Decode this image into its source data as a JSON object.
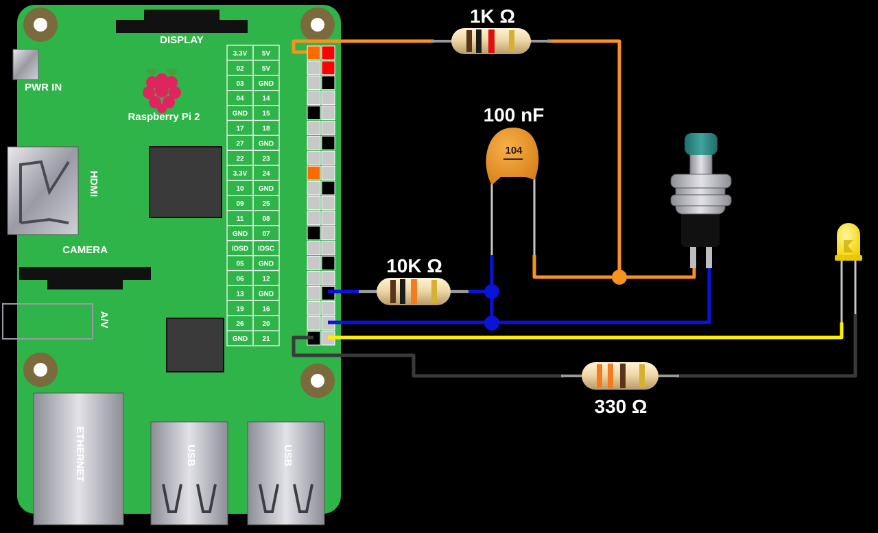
{
  "board": {
    "name": "Raspberry Pi 2",
    "labels": {
      "display": "DISPLAY",
      "pwr_in": "PWR IN",
      "hdmi": "HDMI",
      "camera": "CAMERA",
      "av": "A/V",
      "ethernet": "ETHERNET",
      "usb1": "USB",
      "usb2": "USB"
    }
  },
  "gpio_pin_labels": [
    [
      "3.3V",
      "5V"
    ],
    [
      "02",
      "5V"
    ],
    [
      "03",
      "GND"
    ],
    [
      "04",
      "14"
    ],
    [
      "GND",
      "15"
    ],
    [
      "17",
      "18"
    ],
    [
      "27",
      "GND"
    ],
    [
      "22",
      "23"
    ],
    [
      "3.3V",
      "24"
    ],
    [
      "10",
      "GND"
    ],
    [
      "09",
      "25"
    ],
    [
      "11",
      "08"
    ],
    [
      "GND",
      "07"
    ],
    [
      "IDSD",
      "IDSC"
    ],
    [
      "05",
      "GND"
    ],
    [
      "06",
      "12"
    ],
    [
      "13",
      "GND"
    ],
    [
      "19",
      "16"
    ],
    [
      "26",
      "20"
    ],
    [
      "GND",
      "21"
    ]
  ],
  "components": {
    "r1k": "1K Ω",
    "cap": "100 nF",
    "cap_code": "104",
    "r10k": "10K Ω",
    "r330": "330 Ω"
  },
  "colors": {
    "background": "#000000",
    "board": "#2fb44a",
    "wire_orange": "#f7931e",
    "wire_blue": "#0a14d9",
    "wire_yellow": "#ffee00",
    "wire_gray": "#3a3a3a",
    "pin_power": "#ff0000",
    "pin_3v3": "#ff6a00",
    "pin_gnd": "#000000",
    "pin_gpio": "#c8c8c8"
  }
}
